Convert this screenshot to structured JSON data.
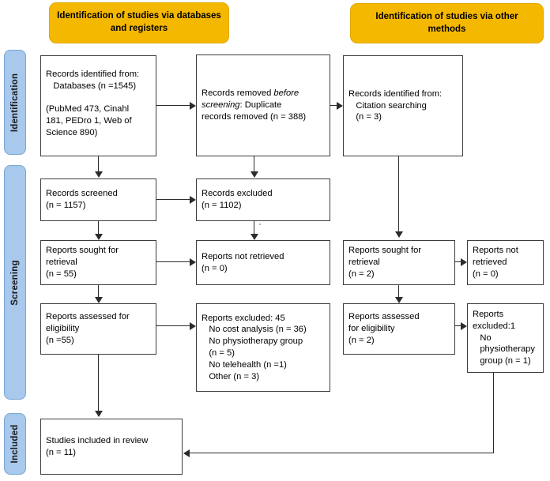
{
  "diagram": {
    "title": "PRISMA 2020 flow diagram",
    "colors": {
      "banner": "#f5b800",
      "rail": "#a8c8ec",
      "box_border": "#3d3d3d",
      "connector": "#2b2b2b",
      "background": "#ffffff"
    }
  },
  "banners": [
    {
      "id": "databases",
      "label": "Identification of studies via\ndatabases and registers"
    },
    {
      "id": "other-methods",
      "label": "Identification of studies via other\nmethods"
    }
  ],
  "rails": [
    {
      "id": "identification",
      "label": "Identification"
    },
    {
      "id": "screening",
      "label": "Screening"
    },
    {
      "id": "included",
      "label": "Included"
    }
  ],
  "boxes": {
    "records_identified": {
      "line1": "Records identified from:",
      "line2": "   Databases (n =1545)",
      "line3": "",
      "line4": "(PubMed 473, Cinahl",
      "line5": "181, PEDro 1, Web of",
      "line6": "Science 890)",
      "full": "Records identified from:\n   Databases (n =1545)\n\n(PubMed 473, Cinahl\n181, PEDro 1, Web of\nScience 890)"
    },
    "records_removed": {
      "pre": "Records removed ",
      "italic": "before\nscreening",
      "post": ": Duplicate\nrecords removed (n = 388)"
    },
    "records_identified_other": {
      "full": "Records identified from:\n   Citation searching\n   (n = 3)"
    },
    "records_screened": {
      "full": "Records screened\n(n = 1157)"
    },
    "records_excluded": {
      "full": "Records excluded\n(n = 1102)"
    },
    "reports_sought": {
      "full": "Reports sought for retrieval\n(n = 55)"
    },
    "reports_not_retrieved": {
      "full": "Reports not retrieved\n(n = 0)"
    },
    "reports_assessed": {
      "full": "Reports assessed for\neligibility\n(n =55)"
    },
    "reports_excluded": {
      "full": "Reports excluded: 45\n   No cost analysis (n = 36)\n   No physiotherapy group\n   (n = 5)\n   No telehealth (n =1)\n   Other (n = 3)"
    },
    "reports_sought_other": {
      "full": "Reports sought for\nretrieval\n(n = 2)"
    },
    "reports_not_retrieved_other": {
      "full": "Reports not\nretrieved\n(n = 0)"
    },
    "reports_assessed_other": {
      "full": "Reports assessed\nfor eligibility\n(n = 2)"
    },
    "reports_excluded_other": {
      "full": "Reports\nexcluded:1\n   No\n   physiotherapy\n   group (n = 1)"
    },
    "studies_included": {
      "full": "Studies included in review\n(n = 11)"
    }
  },
  "counts": {
    "databases_total": 1545,
    "pubmed": 473,
    "cinahl": 181,
    "pedro": 1,
    "web_of_science": 890,
    "duplicates_removed": 388,
    "citation_searching": 3,
    "records_screened": 1157,
    "records_excluded": 1102,
    "reports_sought": 55,
    "reports_not_retrieved": 0,
    "reports_assessed": 55,
    "reports_excluded_total": 45,
    "no_cost_analysis": 36,
    "no_physiotherapy_group": 5,
    "no_telehealth": 1,
    "other": 3,
    "reports_sought_other": 2,
    "reports_not_retrieved_other": 0,
    "reports_assessed_other": 2,
    "reports_excluded_other": 1,
    "no_physiotherapy_group_other": 1,
    "studies_included": 11
  }
}
